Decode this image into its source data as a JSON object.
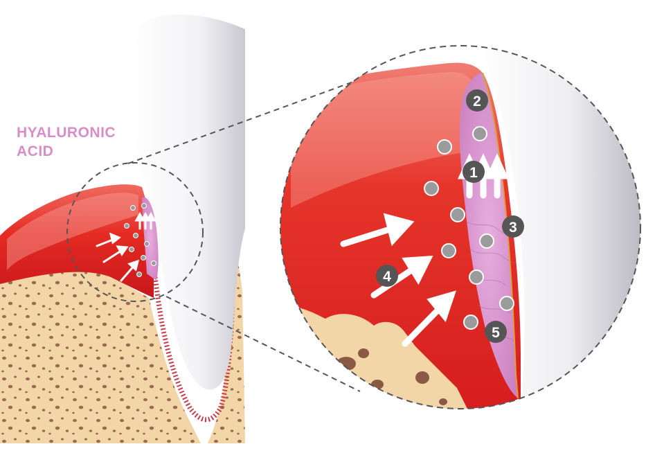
{
  "label": {
    "line1": "HYALURONIC",
    "line2": "ACID"
  },
  "markers": [
    {
      "id": "1",
      "text": "1"
    },
    {
      "id": "2",
      "text": "2"
    },
    {
      "id": "3",
      "text": "3"
    },
    {
      "id": "4",
      "text": "4"
    },
    {
      "id": "5",
      "text": "5"
    }
  ],
  "colors": {
    "gum": "#e0241e",
    "gum_light": "#f27a74",
    "gum_dark": "#b4141b",
    "bone": "#f3d6a8",
    "bone_pore": "#9a6b52",
    "hyaluronic_acid": "#d98cc6",
    "tooth": "#f4f4f6",
    "marker": "#555555"
  }
}
